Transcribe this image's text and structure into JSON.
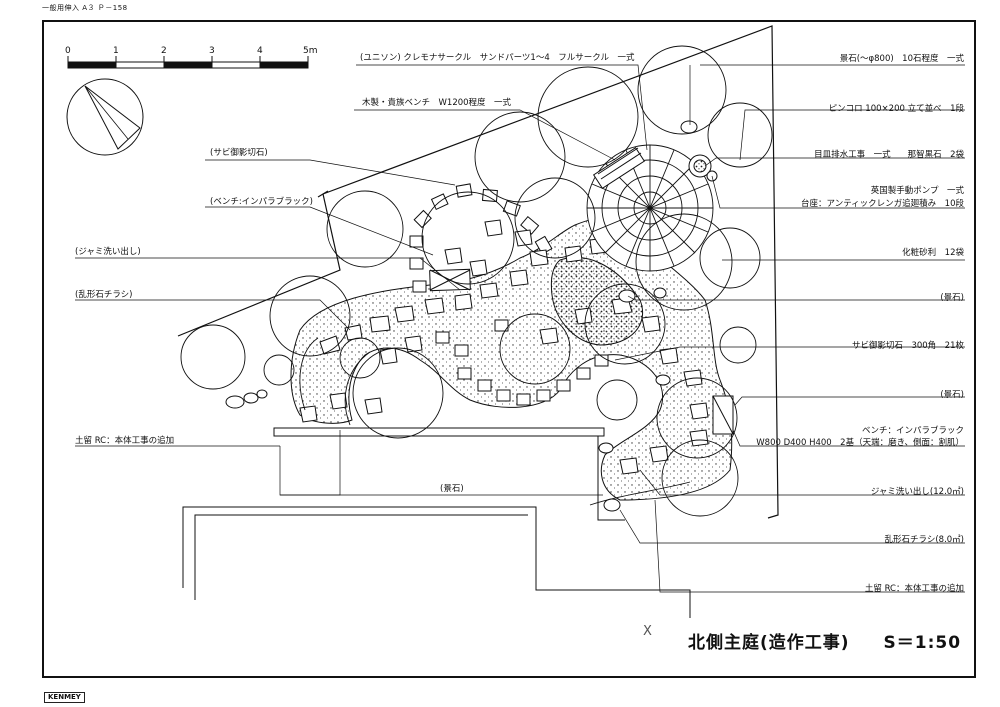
{
  "header": {
    "note": "一般用伸入 A３ Ｐ－158"
  },
  "scale_bar": {
    "ticks": [
      "0",
      "1",
      "2",
      "3",
      "4",
      "5m"
    ]
  },
  "drawing": {
    "title": "北側主庭(造作工事)",
    "scale": "S＝1:50",
    "pencil_mark": "X"
  },
  "callouts_left": [
    "(ユニソン) クレモナサークル　サンドパーツ1〜4　フルサークル　一式",
    "木製・貴族ベンチ　W1200程度　一式",
    "(サビ御影切石)",
    "(ベンチ:インパラブラック)",
    "(ジャミ洗い出し)",
    "(乱形石チラシ)",
    "土留 RC：本体工事の追加",
    "(景石)"
  ],
  "callouts_right": [
    "景石(～φ800)　10石程度　一式",
    "ピンコロ 100×200 立て並べ　1段",
    "目皿排水工事　一式　　那智黒石　2袋",
    "英国製手動ポンプ　一式",
    "台座：アンティックレンガ追廻積み　10段",
    "化粧砂利　12袋",
    "(景石)",
    "サビ御影切石　300角　21枚",
    "(景石)",
    "ベンチ：インパラブラック",
    "W800 D400 H400　2基（天端：磨き、側面：割肌）",
    "ジャミ洗い出し(12.0㎡)",
    "乱形石チラシ(8.0㎡)",
    "土留 RC：本体工事の追加"
  ],
  "footer": {
    "logo": "KENMEY"
  },
  "colors": {
    "ink": "#1a1a1a",
    "paper": "#ffffff"
  }
}
